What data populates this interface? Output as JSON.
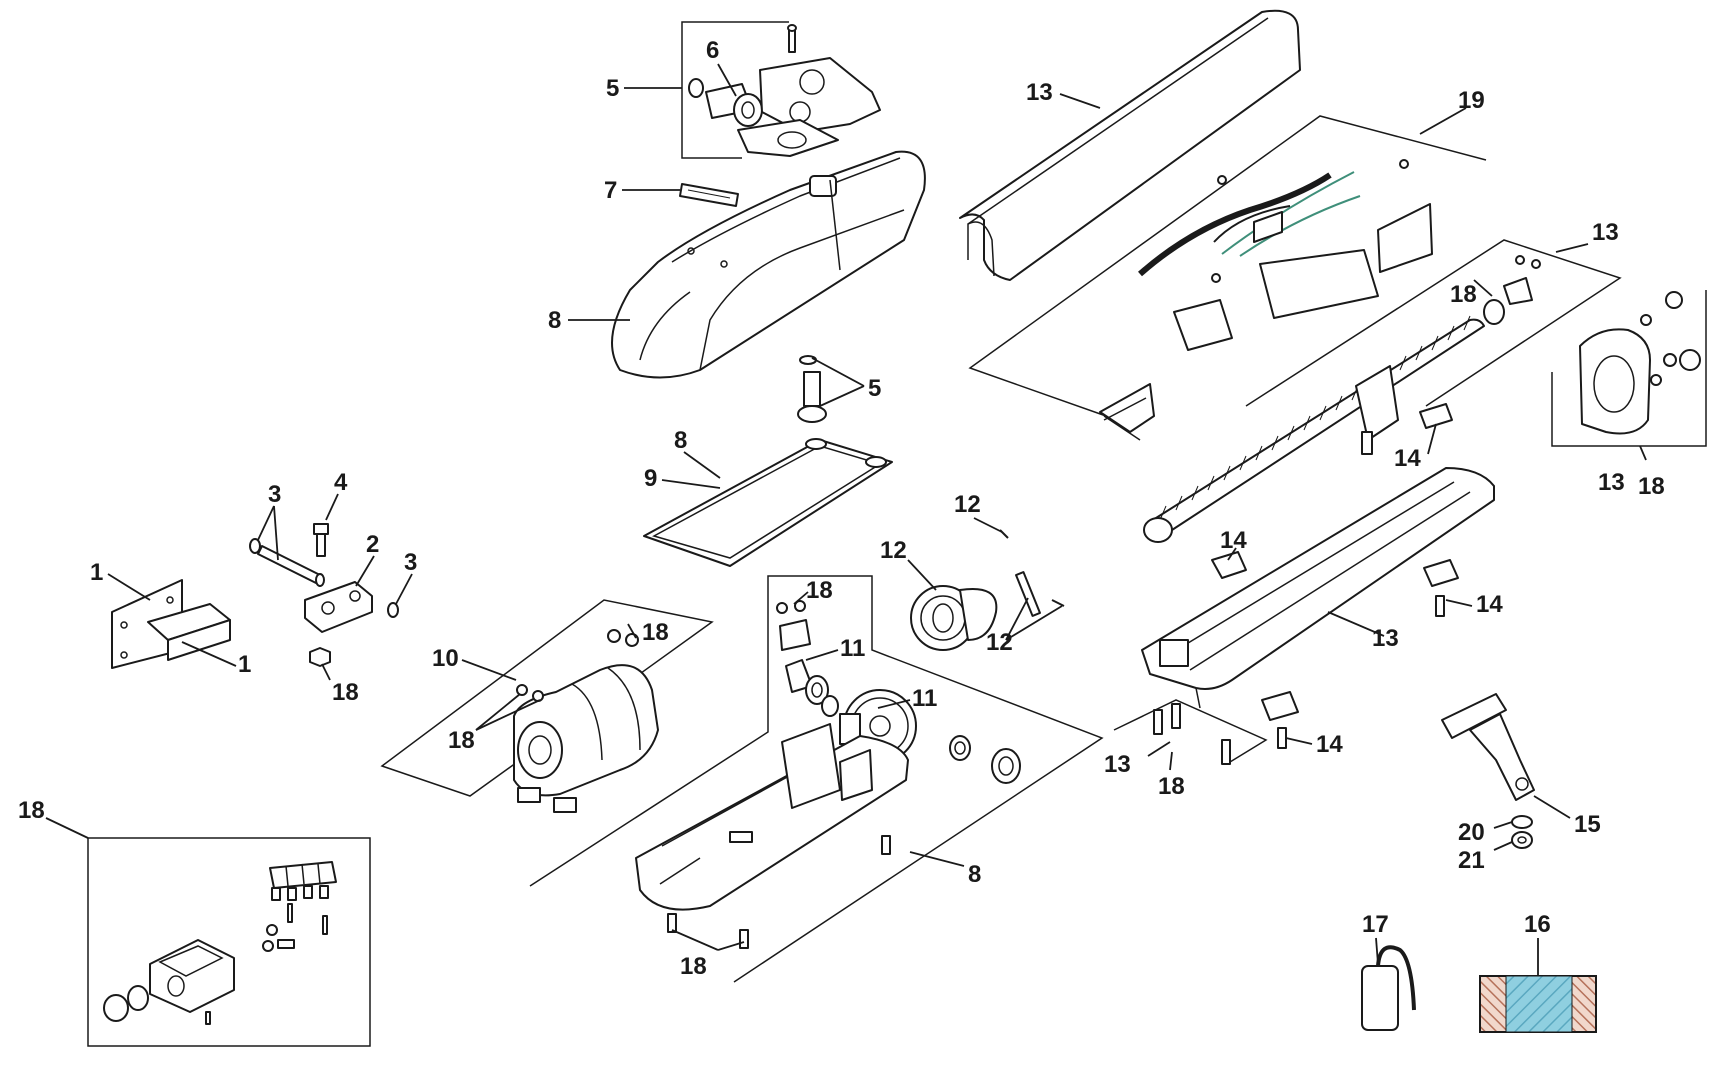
{
  "diagram": {
    "callouts": {
      "c1a": "1",
      "c1b": "1",
      "c2": "2",
      "c3a": "3",
      "c3b": "3",
      "c4": "4",
      "c5a": "5",
      "c5b": "5",
      "c6": "6",
      "c7": "7",
      "c8a": "8",
      "c8b": "8",
      "c8c": "8",
      "c9": "9",
      "c10": "10",
      "c11a": "11",
      "c11b": "11",
      "c12a": "12",
      "c12b": "12",
      "c12c": "12",
      "c13a": "13",
      "c13b": "13",
      "c13c": "13",
      "c13d": "13",
      "c13e": "13",
      "c14a": "14",
      "c14b": "14",
      "c14c": "14",
      "c14d": "14",
      "c15": "15",
      "c16": "16",
      "c17": "17",
      "c18a": "18",
      "c18b": "18",
      "c18c": "18",
      "c18d": "18",
      "c18e": "18",
      "c18f": "18",
      "c18g": "18",
      "c18h": "18",
      "c18i": "18",
      "c19": "19",
      "c20": "20",
      "c21": "21"
    },
    "colors": {
      "line": "#1a1a1a",
      "cable_green": "#3f8f7a",
      "label_blue": "#8fcfe0",
      "label_brown": "#b5715a"
    }
  }
}
